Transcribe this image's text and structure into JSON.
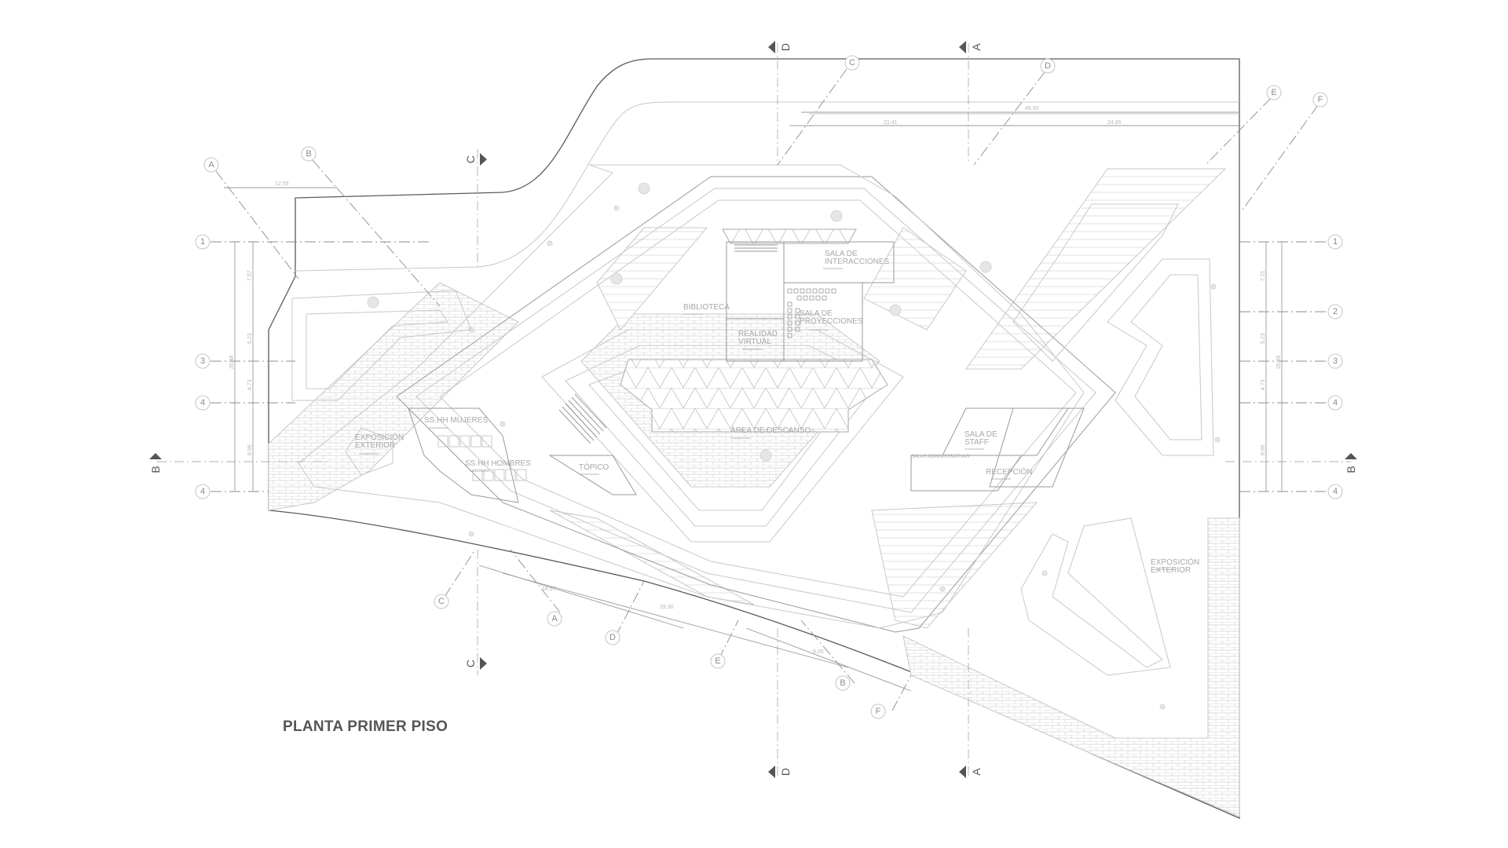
{
  "drawing": {
    "title": "PLANTA PRIMER PISO",
    "line_color": "#5a5a5a",
    "text_color": "#555555",
    "label_color": "#a8a8a8"
  },
  "rooms": [
    {
      "id": "sala-interacciones",
      "line1": "SALA DE",
      "line2": "INTERACCIONES"
    },
    {
      "id": "biblioteca",
      "line1": "BIBLIOTECA",
      "line2": ""
    },
    {
      "id": "sala-proyecciones",
      "line1": "SALA DE",
      "line2": "PROYECCIONES"
    },
    {
      "id": "realidad-virtual",
      "line1": "REALIDAD",
      "line2": "VIRTUAL"
    },
    {
      "id": "area-descanso",
      "line1": "ÁREA DE DESCANSO",
      "line2": ""
    },
    {
      "id": "sshh-mujeres",
      "line1": "SS.HH MUJERES",
      "line2": ""
    },
    {
      "id": "sshh-hombres",
      "line1": "SS.HH HOMBRES",
      "line2": ""
    },
    {
      "id": "topico",
      "line1": "TÓPICO",
      "line2": ""
    },
    {
      "id": "exposicion-exterior-left",
      "line1": "EXPOSICIÓN",
      "line2": "EXTERIOR"
    },
    {
      "id": "sala-staff",
      "line1": "SALA DE",
      "line2": "STAFF"
    },
    {
      "id": "salas-administrativas",
      "line1": "SALAS ADMINISTRATIVAS",
      "line2": ""
    },
    {
      "id": "recepcion",
      "line1": "RECEPCIÓN",
      "line2": ""
    },
    {
      "id": "exposicion-exterior-right",
      "line1": "EXPOSICIÓN",
      "line2": "EXTERIOR"
    }
  ],
  "grid_axes": {
    "left_bubbles": [
      "1",
      "3",
      "4",
      "4"
    ],
    "right_bubbles": [
      "1",
      "2",
      "3",
      "4",
      "4"
    ],
    "diagonal_top": [
      "A",
      "B",
      "C",
      "D",
      "E",
      "F"
    ],
    "diagonal_bottom": [
      "C",
      "A",
      "D",
      "E",
      "B",
      "F"
    ]
  },
  "section_marks": {
    "top": [
      "D",
      "A"
    ],
    "bottom": [
      "D",
      "A"
    ],
    "left": [
      "C",
      "C",
      "B"
    ],
    "right": [
      "B"
    ]
  },
  "dimensions": {
    "left_partials": [
      "7.57",
      "5.23",
      "4.73",
      "8.96"
    ],
    "left_total": "26.48",
    "right_partials": [
      "7.21",
      "5.23",
      "4.73",
      "8.96"
    ],
    "right_total": "26.35",
    "top": [
      "12.55",
      "46.60",
      "21.41",
      "24.85"
    ],
    "bottom": [
      "18.57",
      "29.30",
      "9.00"
    ]
  }
}
